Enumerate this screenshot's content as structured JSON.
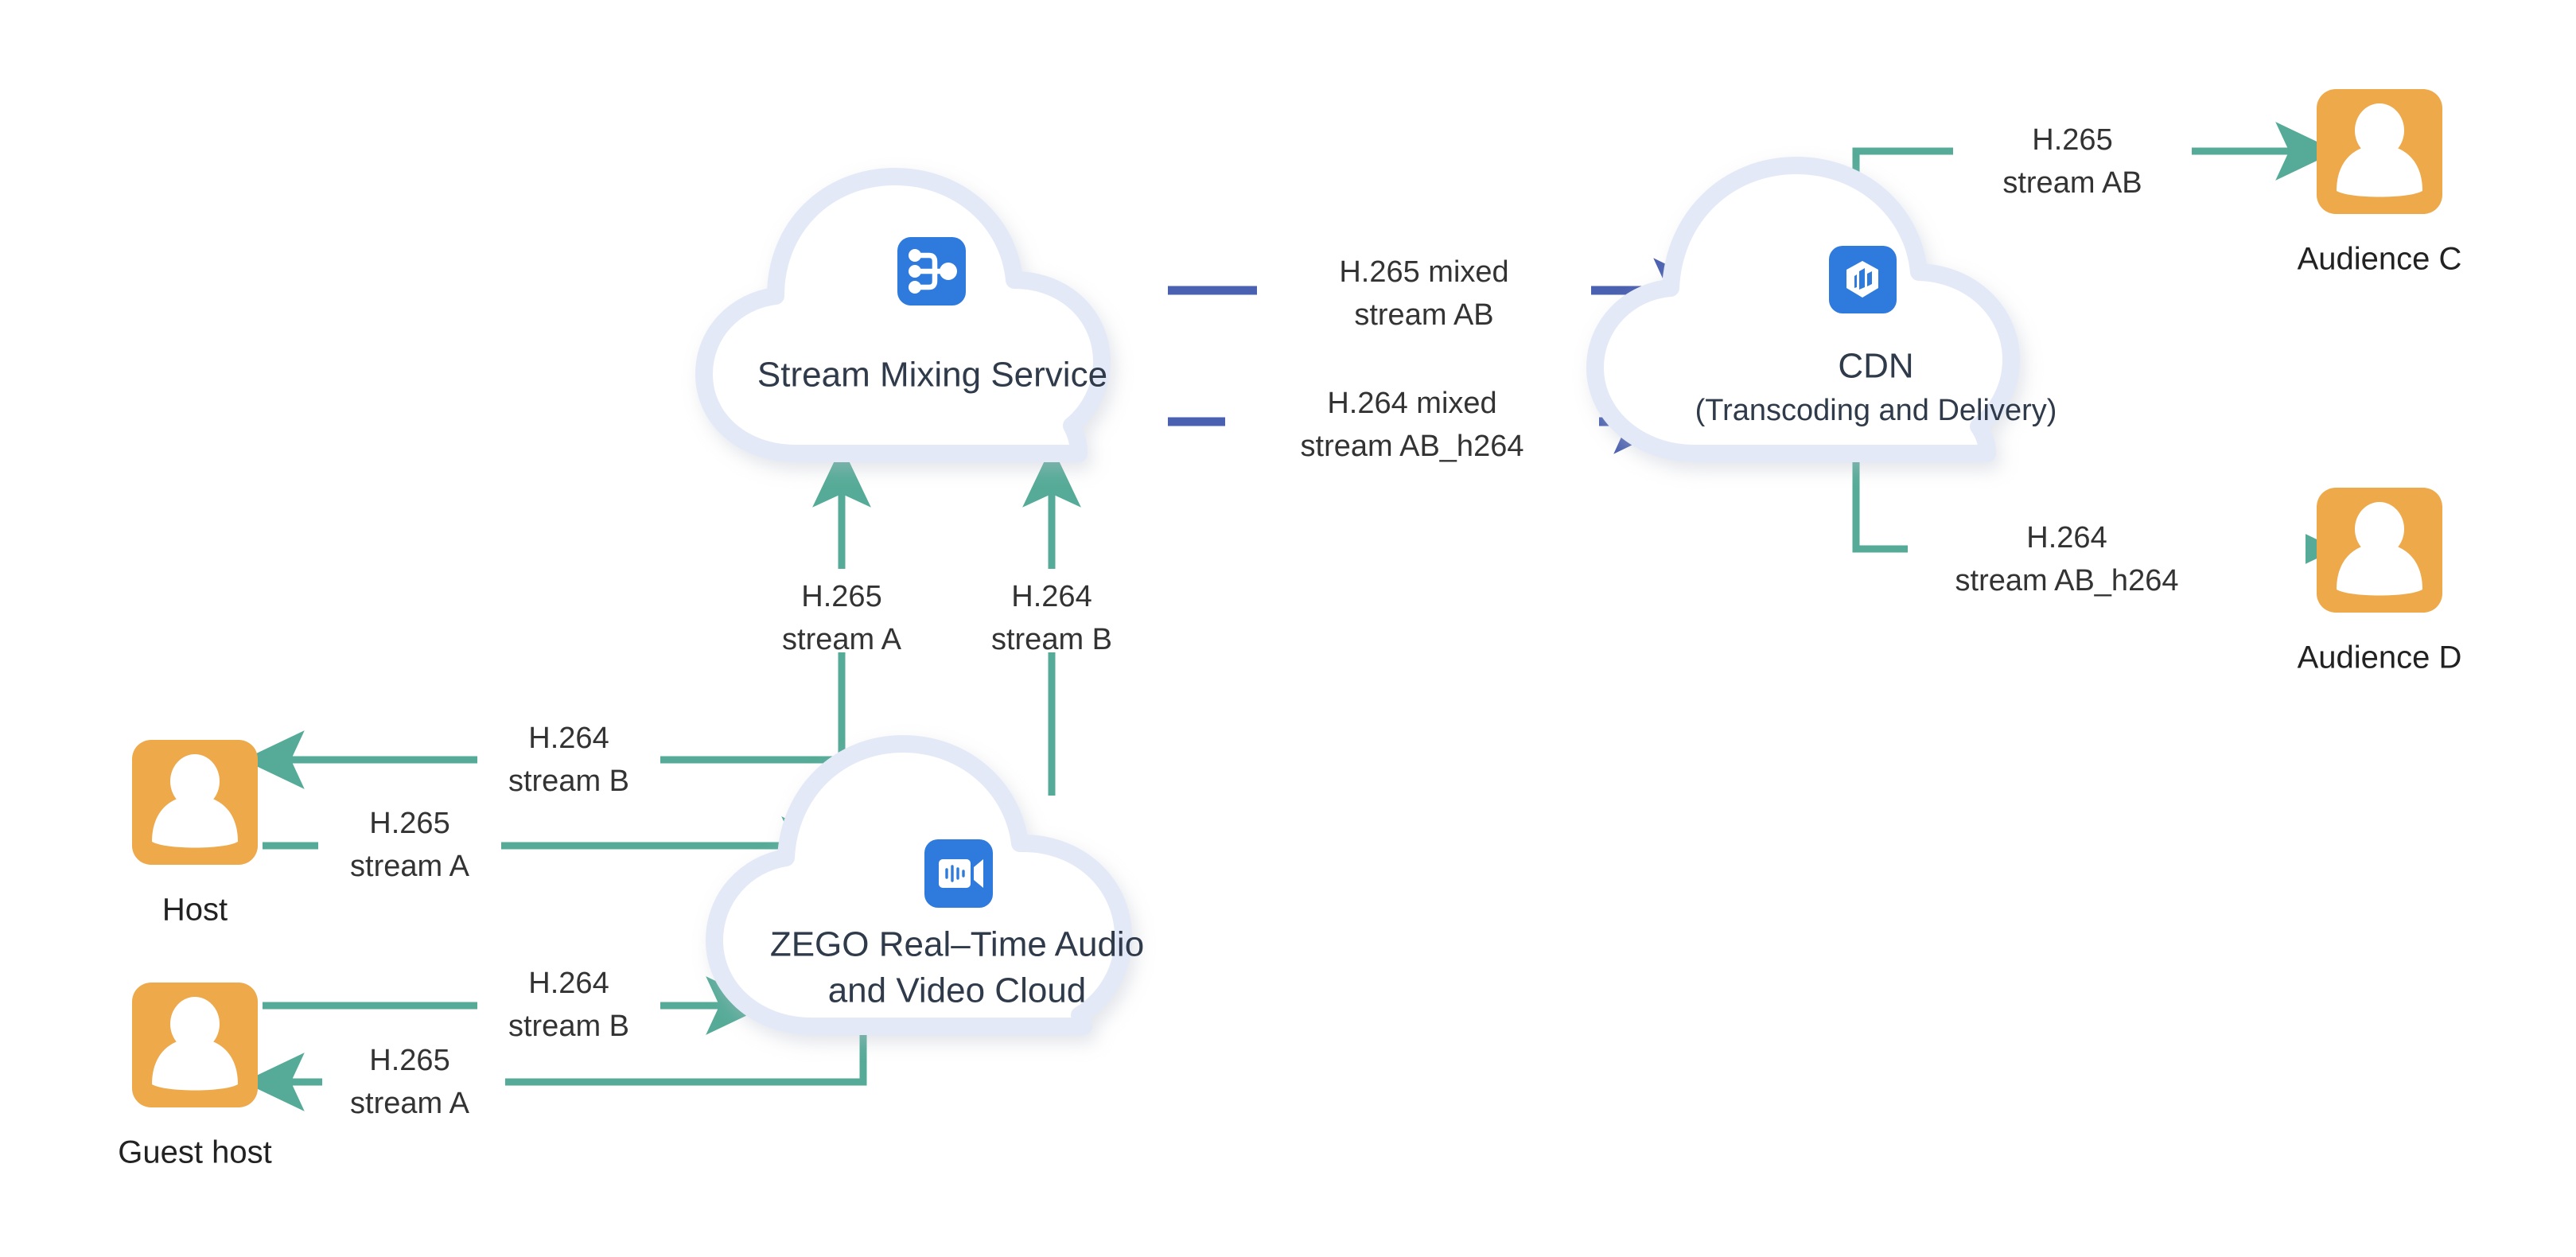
{
  "diagram": {
    "title": "Stream mixing with H.265 and H.264 transcoding topology",
    "colors": {
      "teal": "#55ab97",
      "blue_arrow": "#4a60b0",
      "cloud_stroke": "#e4e9f7",
      "cloud_fill": "#ffffff",
      "icon_blue": "#2f7bdd",
      "actor_orange": "#eda94a",
      "label_text": "#333333",
      "node_text": "#2f3a4a",
      "background": "#ffffff"
    }
  },
  "nodes": {
    "stream_mixing": {
      "title": "Stream Mixing Service",
      "icon": "stream-mixing-icon"
    },
    "cdn": {
      "title": "CDN",
      "subtitle": "(Transcoding and Delivery)",
      "icon": "cdn-cube-icon"
    },
    "zego": {
      "title_line1": "ZEGO Real–Time Audio",
      "title_line2": "and Video Cloud",
      "icon": "video-camera-icon"
    }
  },
  "actors": [
    {
      "id": "host",
      "label": "Host",
      "icon": "user-avatar-icon"
    },
    {
      "id": "guest_host",
      "label": "Guest host",
      "icon": "user-avatar-icon"
    },
    {
      "id": "audience_c",
      "label": "Audience C",
      "icon": "user-avatar-icon"
    },
    {
      "id": "audience_d",
      "label": "Audience D",
      "icon": "user-avatar-icon"
    }
  ],
  "edges": [
    {
      "id": "host-publish",
      "from": "host",
      "to": "zego",
      "color": "teal",
      "direction": "right",
      "line1": "H.265",
      "line2": "stream A"
    },
    {
      "id": "zego-to-host",
      "from": "zego",
      "to": "host",
      "color": "teal",
      "direction": "left",
      "line1": "H.264",
      "line2": "stream B"
    },
    {
      "id": "guest-publish",
      "from": "guest_host",
      "to": "zego",
      "color": "teal",
      "direction": "right",
      "line1": "H.264",
      "line2": "stream B"
    },
    {
      "id": "zego-to-guest",
      "from": "zego",
      "to": "guest_host",
      "color": "teal",
      "direction": "left",
      "line1": "H.265",
      "line2": "stream A"
    },
    {
      "id": "streamA-to-mixer",
      "from": "host",
      "to": "stream_mixing",
      "color": "teal",
      "direction": "up",
      "line1": "H.265",
      "line2": "stream A"
    },
    {
      "id": "streamB-to-mixer",
      "from": "zego",
      "to": "stream_mixing",
      "color": "teal",
      "direction": "up",
      "line1": "H.264",
      "line2": "stream B"
    },
    {
      "id": "mixed-h265-to-cdn",
      "from": "stream_mixing",
      "to": "cdn",
      "color": "blue_arrow",
      "direction": "right",
      "line1": "H.265 mixed",
      "line2": "stream AB"
    },
    {
      "id": "mixed-h264-to-cdn",
      "from": "stream_mixing",
      "to": "cdn",
      "color": "blue_arrow",
      "direction": "right",
      "line1": "H.264 mixed",
      "line2": "stream AB_h264"
    },
    {
      "id": "cdn-to-audience-c",
      "from": "cdn",
      "to": "audience_c",
      "color": "teal",
      "direction": "right",
      "line1": "H.265",
      "line2": "stream AB"
    },
    {
      "id": "cdn-to-audience-d",
      "from": "cdn",
      "to": "audience_d",
      "color": "teal",
      "direction": "right",
      "line1": "H.264",
      "line2": "stream AB_h264"
    }
  ]
}
